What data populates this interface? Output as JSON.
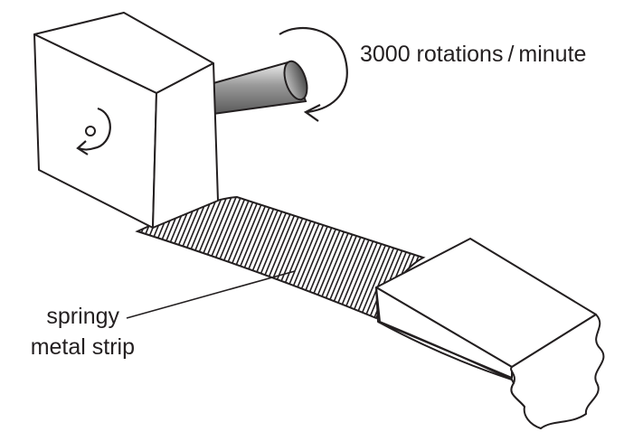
{
  "labels": {
    "rotation_speed": "3000 rotations / minute",
    "strip_line1": "springy",
    "strip_line2": "metal strip"
  },
  "colors": {
    "ink": "#231f20",
    "background": "#ffffff"
  }
}
